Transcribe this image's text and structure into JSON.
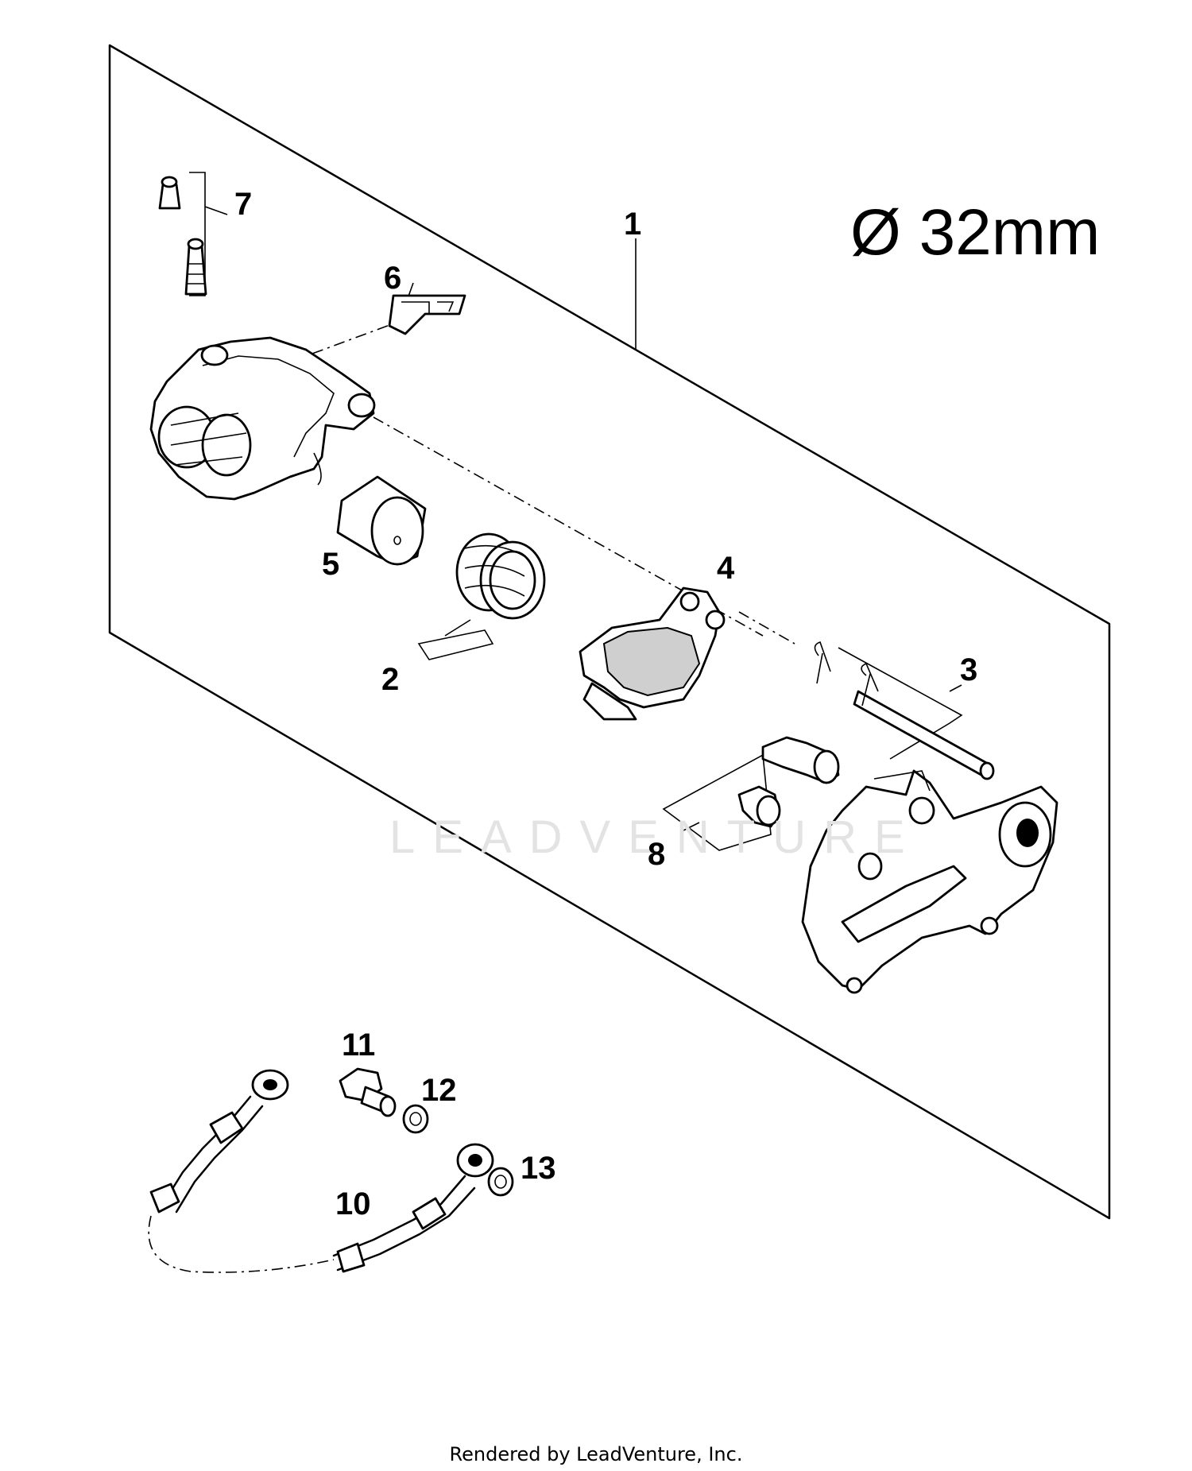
{
  "diagram": {
    "bore_label": "Ø 32mm",
    "watermark": "LEADVENTURE",
    "footer": "Rendered by LeadVenture, Inc.",
    "callouts": [
      "1",
      "2",
      "3",
      "4",
      "5",
      "6",
      "7",
      "8",
      "10",
      "11",
      "12",
      "13"
    ]
  }
}
